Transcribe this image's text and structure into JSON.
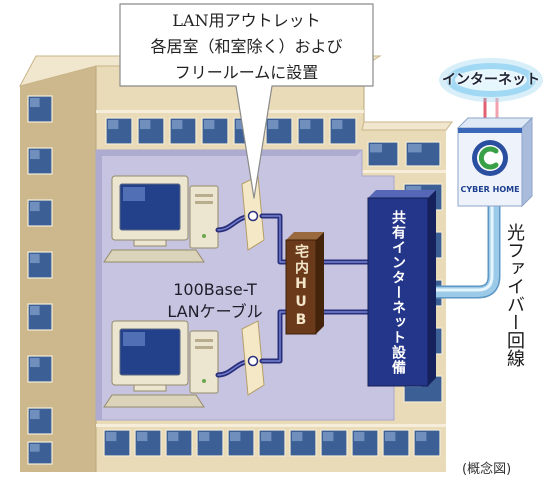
{
  "diagram": {
    "callout": {
      "line1": "LAN用アウトレット",
      "line2": "各居室（和室除く）および",
      "line3": "フリールームに設置"
    },
    "internet_label": "インターネット",
    "provider_logo_text": "CYBER HOME",
    "shared_equipment_label": "共有インターネット設備",
    "hub_label": "宅内HUB",
    "cable_label": {
      "line1": "100Base-T",
      "line2": "LANケーブル"
    },
    "fiber_label": "光ファイバー回線",
    "caption": "(概念図)"
  },
  "icons": {
    "building": "building-icon",
    "computer": "computer-icon",
    "outlet": "lan-outlet-icon",
    "hub": "hub-icon",
    "shared_equipment": "server-icon",
    "provider": "provider-box-icon",
    "internet": "internet-cloud-icon"
  },
  "colors": {
    "building_front": "#e9dbb8",
    "building_side": "#cdb88e",
    "building_roof": "#f1e7cf",
    "window_glass": "#3c5f95",
    "cutaway_panel": "#c6c4e0",
    "lan_cable": "#2a2f7c",
    "hub": "#6a3a1a",
    "shared_equipment": "#24368a",
    "fiber_cable": "#9ccbea",
    "internet_glow": "#8fd0f2"
  }
}
